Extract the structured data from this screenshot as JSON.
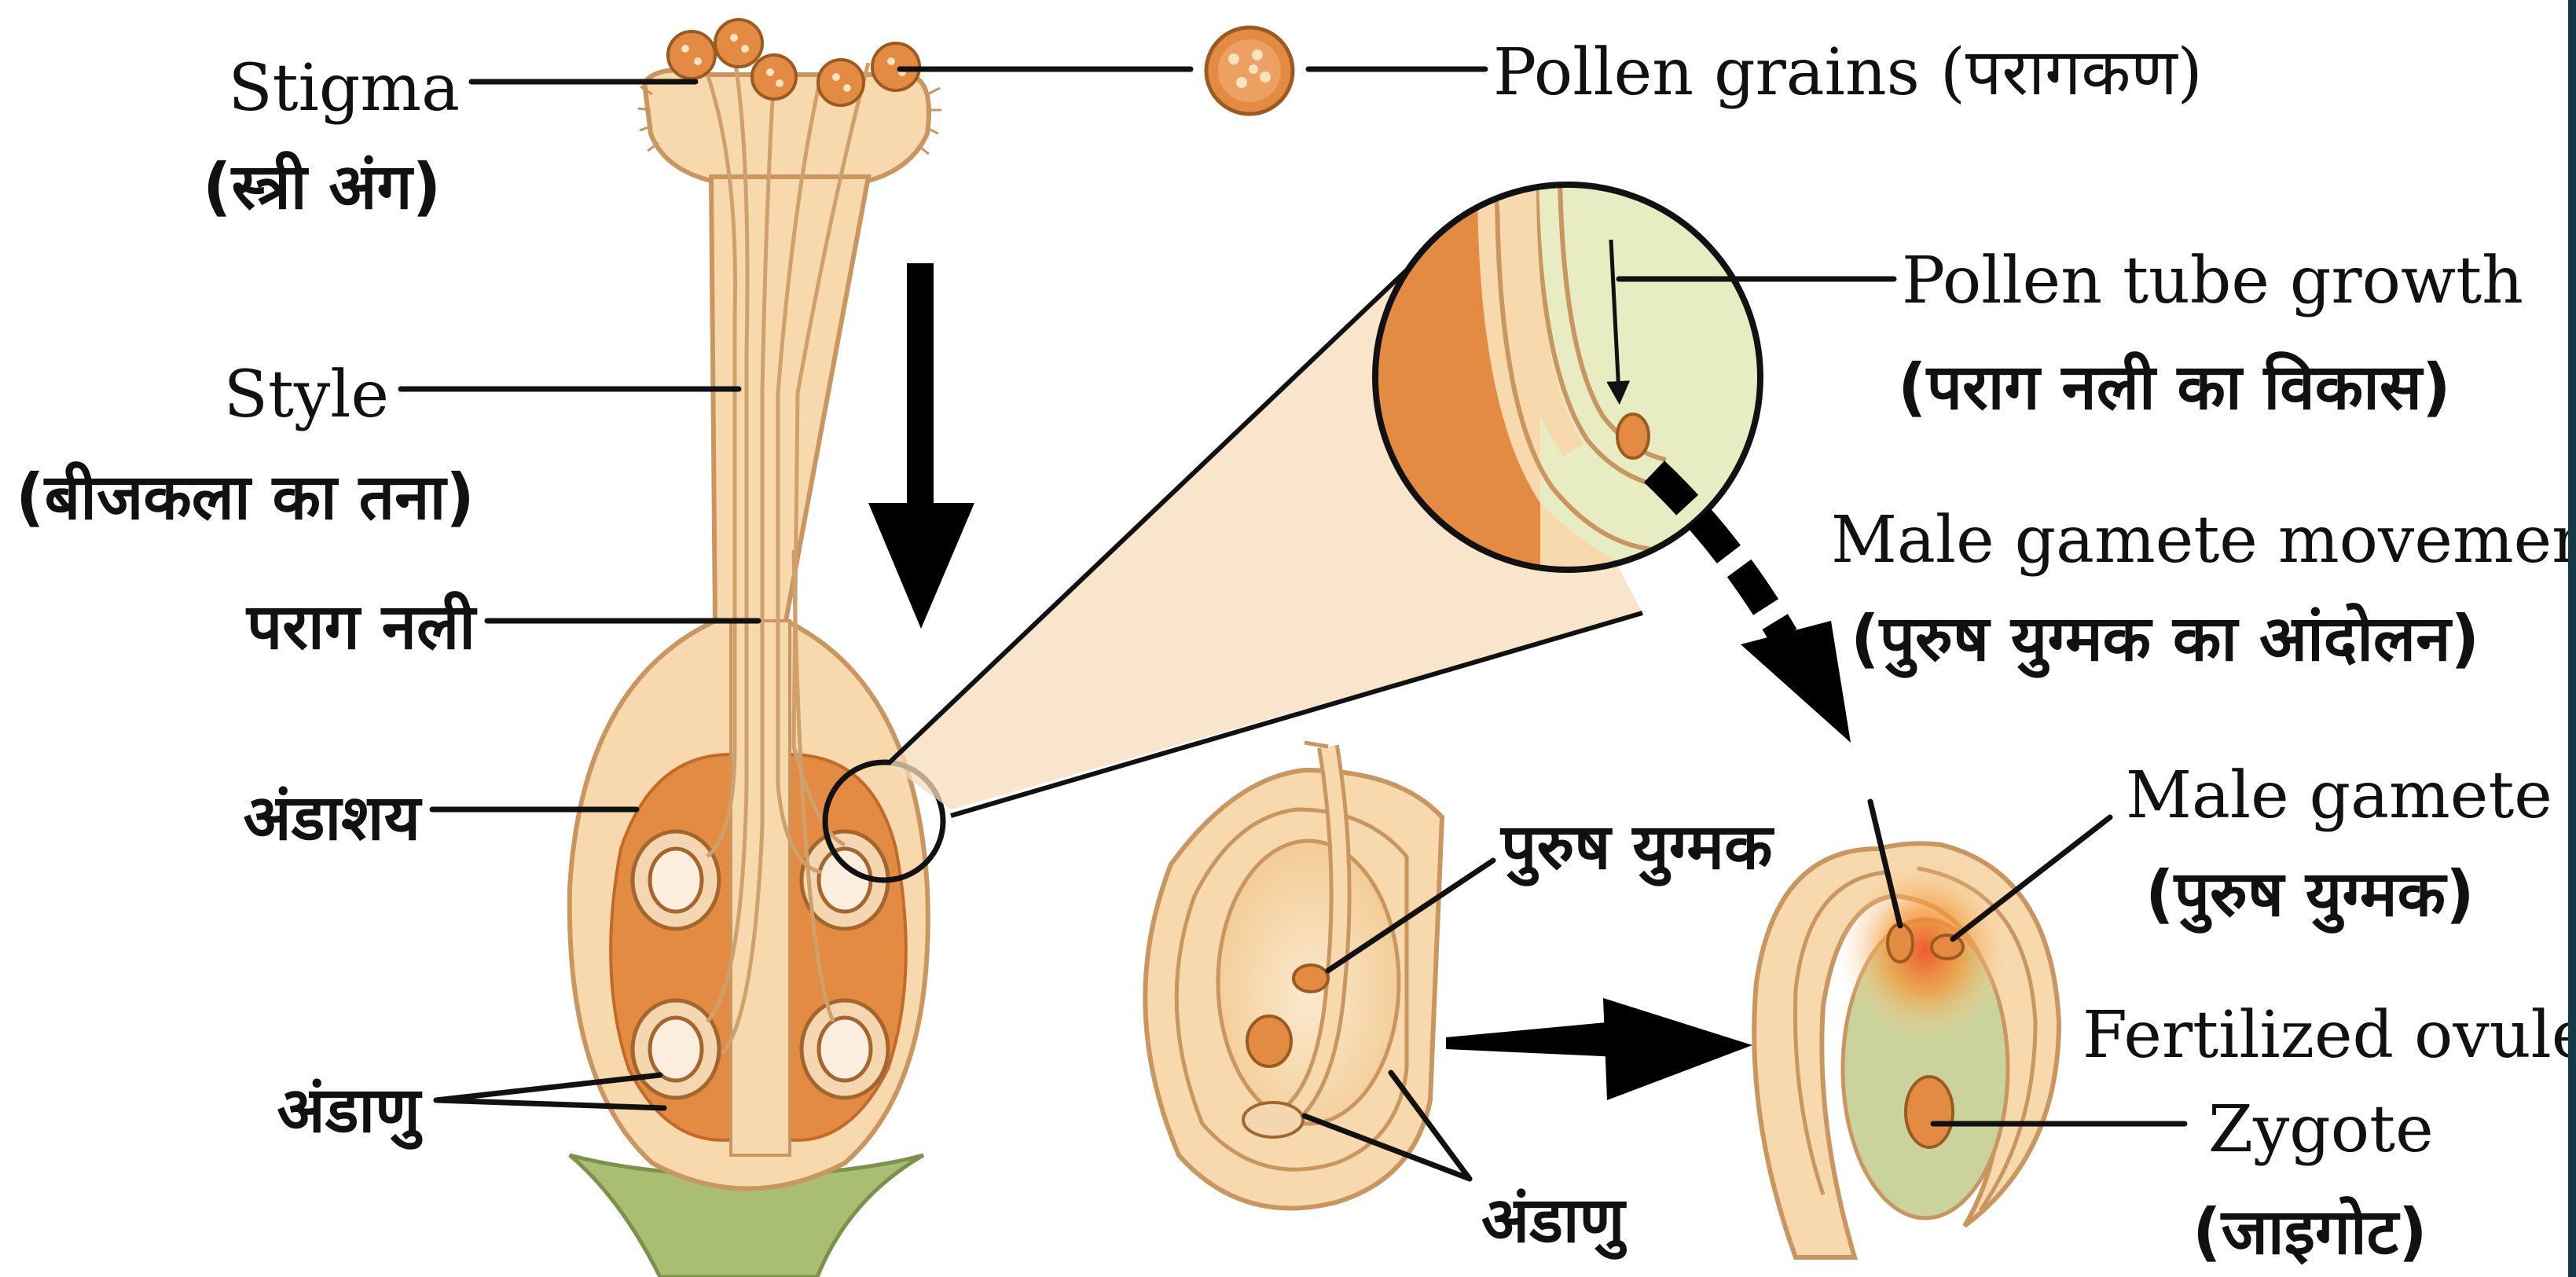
{
  "labels": {
    "stigma": "Stigma",
    "stigma_hi": "(स्त्री अंग)",
    "pollen_grains": "Pollen grains (परागकण)",
    "style": "Style",
    "style_hi": "(बीजकला का तना)",
    "pollen_tube_hi": "पराग नली",
    "ovary_hi": "अंडाशय",
    "ovules_left_hi": "अंडाणु",
    "pollen_tube_growth": "Pollen tube growth",
    "pollen_tube_growth_hi": "(पराग नली का विकास)",
    "male_gamete_movement": "Male gamete movement",
    "male_gamete_movement_hi": "(पुरुष युग्मक का आंदोलन)",
    "male_gamete_center_hi": "पुरुष युग्मक",
    "male_gamete": "Male gamete",
    "male_gamete_hi": "(पुरुष युग्मक)",
    "fertilized_ovule": "Fertilized ovule",
    "zygote": "Zygote",
    "zygote_hi": "(जाइगोट)",
    "ovules_center_hi": "अंडाणु"
  },
  "colors": {
    "flesh": "#f7d9ad",
    "flesh_outline": "#c99660",
    "ovary_inner": "#e48b43",
    "ovule": "#f4d6b1",
    "stalk_green": "#a9bd73",
    "zoom_green": "#e8ecc3",
    "zygote_glow": "#f0642c",
    "arrow": "#000000",
    "edge_strip": "#12384a"
  }
}
